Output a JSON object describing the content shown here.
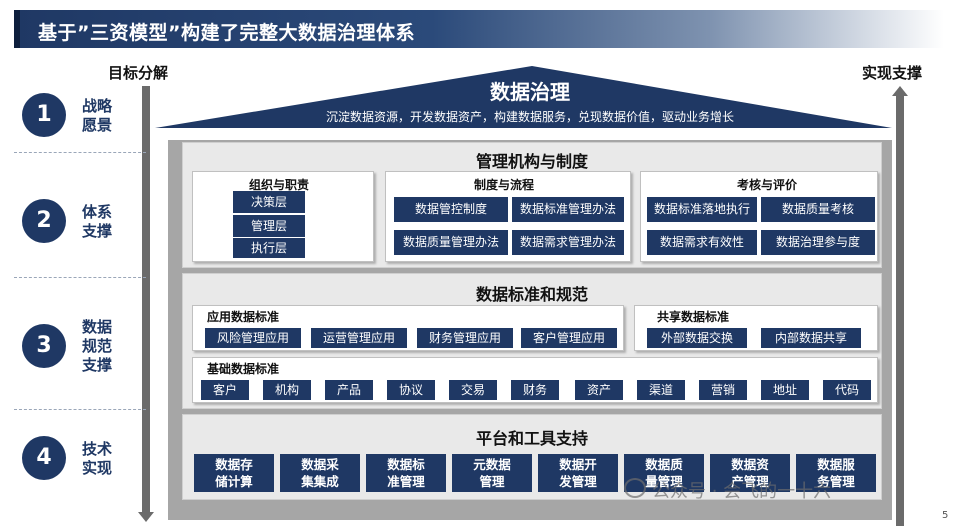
{
  "title": "基于”三资模型”构建了完整大数据治理体系",
  "axis": {
    "left_label": "目标分解",
    "right_label": "实现支撑"
  },
  "stages": [
    {
      "num": "1",
      "lines": [
        "战略",
        "愿景"
      ]
    },
    {
      "num": "2",
      "lines": [
        "体系",
        "支撑"
      ]
    },
    {
      "num": "3",
      "lines": [
        "数据",
        "规范",
        "支撑"
      ]
    },
    {
      "num": "4",
      "lines": [
        "技术",
        "实现"
      ]
    }
  ],
  "roof": {
    "title": "数据治理",
    "subtitle": "沉淀数据资源，开发数据资产，构建数据服务，兑现数据价值，驱动业务增长"
  },
  "management": {
    "title": "管理机构与制度",
    "org": {
      "title": "组织与职责",
      "items": [
        "决策层",
        "管理层",
        "执行层"
      ]
    },
    "process": {
      "title": "制度与流程",
      "items": [
        "数据管控制度",
        "数据标准管理办法",
        "数据质量管理办法",
        "数据需求管理办法"
      ]
    },
    "evaluation": {
      "title": "考核与评价",
      "items": [
        "数据标准落地执行",
        "数据质量考核",
        "数据需求有效性",
        "数据治理参与度"
      ]
    }
  },
  "standards": {
    "title": "数据标准和规范",
    "application": {
      "title": "应用数据标准",
      "items": [
        "风险管理应用",
        "运营管理应用",
        "财务管理应用",
        "客户管理应用"
      ]
    },
    "shared": {
      "title": "共享数据标准",
      "items": [
        "外部数据交换",
        "内部数据共享"
      ]
    },
    "basic": {
      "title": "基础数据标准",
      "items": [
        "客户",
        "机构",
        "产品",
        "协议",
        "交易",
        "财务",
        "资产",
        "渠道",
        "营销",
        "地址",
        "代码"
      ]
    }
  },
  "platform": {
    "title": "平台和工具支持",
    "items": [
      [
        "数据存",
        "储计算"
      ],
      [
        "数据采",
        "集集成"
      ],
      [
        "数据标",
        "准管理"
      ],
      [
        "元数据",
        "管理"
      ],
      [
        "数据开",
        "发管理"
      ],
      [
        "数据质",
        "量管理"
      ],
      [
        "数据资",
        "产管理"
      ],
      [
        "数据服",
        "务管理"
      ]
    ]
  },
  "watermark": "公众号 · 会飞的一十六",
  "page_number": "5",
  "colors": {
    "navy": "#1f3864",
    "frame_gray": "#a6a6a6",
    "panel_gray": "#e9e9e9",
    "arrow_gray": "#6b6b6b"
  }
}
